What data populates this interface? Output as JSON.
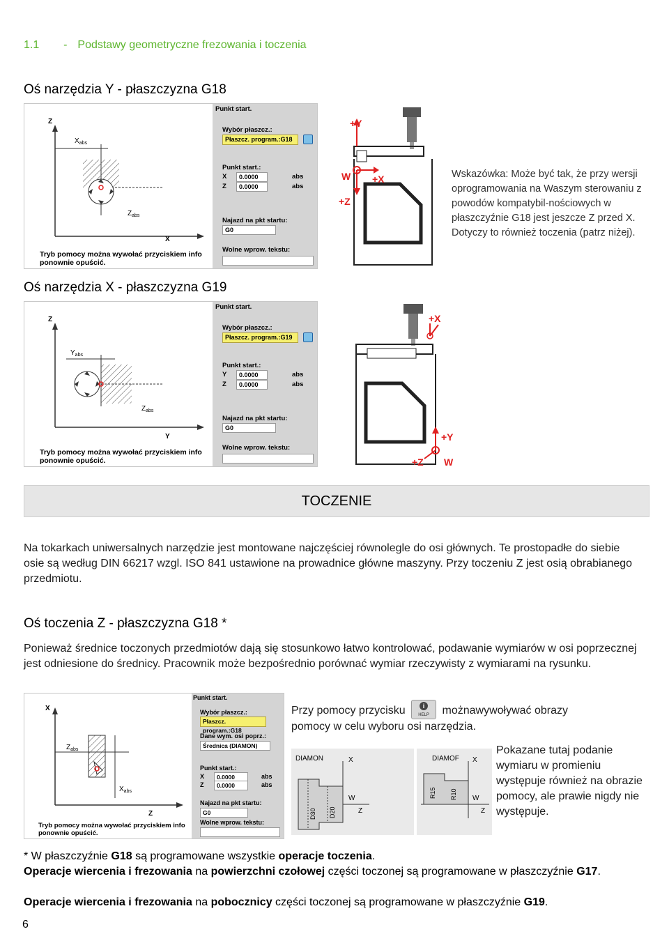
{
  "header": {
    "num": "1.1",
    "dash": "-",
    "title": "Podstawy geometryczne frezowania i toczenia"
  },
  "sec_g18": {
    "title": "Oś narzędzia Y - płaszczyzna G18"
  },
  "sec_g19": {
    "title": "Oś narzędzia X - płaszczyzna G19"
  },
  "note_g18": "Wskazówka: Może być tak, że przy wersji oprogramowania na Waszym sterowaniu z powodów kompatybil-nościowych w płaszczyźnie G18 jest jeszcze Z przed X. Dotyczy to również toczenia (patrz niżej).",
  "panel_common": {
    "punkt_start": "Punkt start.",
    "wybor": "Wybór płaszcz.:",
    "punkt_start2": "Punkt start.:",
    "najazd": "Najazd na pkt startu:",
    "najazd_val": "G0",
    "wolne": "Wolne wprow. tekstu:",
    "abs": "abs",
    "val": "0.0000",
    "footer1": "Tryb pomocy można wywołać przyciskiem info",
    "footer2": "ponownie opuścić."
  },
  "panel1": {
    "plane": "Płaszcz. program.:G18",
    "ax1": "X",
    "ax2": "Z",
    "d_vert": "Z",
    "d_horiz": "X",
    "lbl_a": "X",
    "lbl_a_sub": "abs",
    "lbl_b": "Z",
    "lbl_b_sub": "abs"
  },
  "panel2": {
    "plane": "Płaszcz. program.:G19",
    "ax1": "Y",
    "ax2": "Z",
    "d_vert": "Z",
    "d_horiz": "Y",
    "lbl_a": "Y",
    "lbl_a_sub": "abs",
    "lbl_b": "Z",
    "lbl_b_sub": "abs"
  },
  "panel3": {
    "plane": "Płaszcz. program.:G18",
    "dane": "Dane wym. osi poprz.:",
    "dane_val": "Średnica (DIAMON)",
    "ax1": "X",
    "ax2": "Z",
    "d_vert": "X",
    "d_horiz": "Z",
    "lbl_a": "Z",
    "lbl_a_sub": "abs",
    "lbl_b": "X",
    "lbl_b_sub": "abs"
  },
  "fig1": {
    "w": "W",
    "x": "+X",
    "y": "+Y",
    "z": "+Z"
  },
  "fig2": {
    "w": "W",
    "x": "+X",
    "y": "+Y",
    "z": "+Z"
  },
  "banner": "TOCZENIE",
  "para1": "Na tokarkach uniwersalnych narzędzie jest montowane najczęściej równolegle do osi głównych. Te prostopadłe do siebie osie są według DIN 66217 wzgl. ISO 841 ustawione na prowadnice główne maszyny. Przy toczeniu Z jest osią obrabianego przedmiotu.",
  "sec_turn": {
    "title": "Oś toczenia Z - płaszczyzna G18 *"
  },
  "para2": "Ponieważ średnice toczonych przedmiotów dają się stosunkowo łatwo kontrolować, podawanie wymiarów w osi poprzecznej jest odniesione do średnicy. Pracownik może bezpośrednio porównać wymiar rzeczywisty z wymiarami na rysunku.",
  "help_text_a": "Przy pomocy przycisku",
  "help_text_b": "możnawywoływać obrazy",
  "help_text_c": "pomocy w celu wyboru osi narzędzia.",
  "help_btn_label": "HELP",
  "diamon": {
    "title": "DIAMON",
    "x": "X",
    "w": "W",
    "z": "Z",
    "d1": "D30",
    "d2": "D20"
  },
  "diamof": {
    "title": "DIAMOF",
    "x": "X",
    "w": "W",
    "z": "Z",
    "d1": "R15",
    "d2": "R10"
  },
  "side_note": "Pokazane tutaj podanie wymiaru w promieniu występuje również na obrazie pomocy, ale prawie nigdy nie występuje.",
  "foot1": {
    "a": "* W płaszczyźnie ",
    "b": "G18",
    "c": " są programowane wszystkie ",
    "d": "operacje toczenia",
    "e": "."
  },
  "foot2": {
    "a": "Operacje wiercenia i frezowania",
    "b": " na ",
    "c": "powierzchni czołowej",
    "d": " części toczonej są programowane w płaszczyźnie ",
    "e": "G17",
    "f": "."
  },
  "foot3": {
    "a": "Operacje wiercenia i frezowania",
    "b": " na ",
    "c": "pobocznicy",
    "d": " części toczonej są programowane w płaszczyźnie ",
    "e": "G19",
    "f": "."
  },
  "page_number": "6",
  "colors": {
    "header": "#5db52e",
    "accent": "#e02020",
    "banner_bg": "#e6e6e6",
    "highlight": "#f6f070"
  }
}
